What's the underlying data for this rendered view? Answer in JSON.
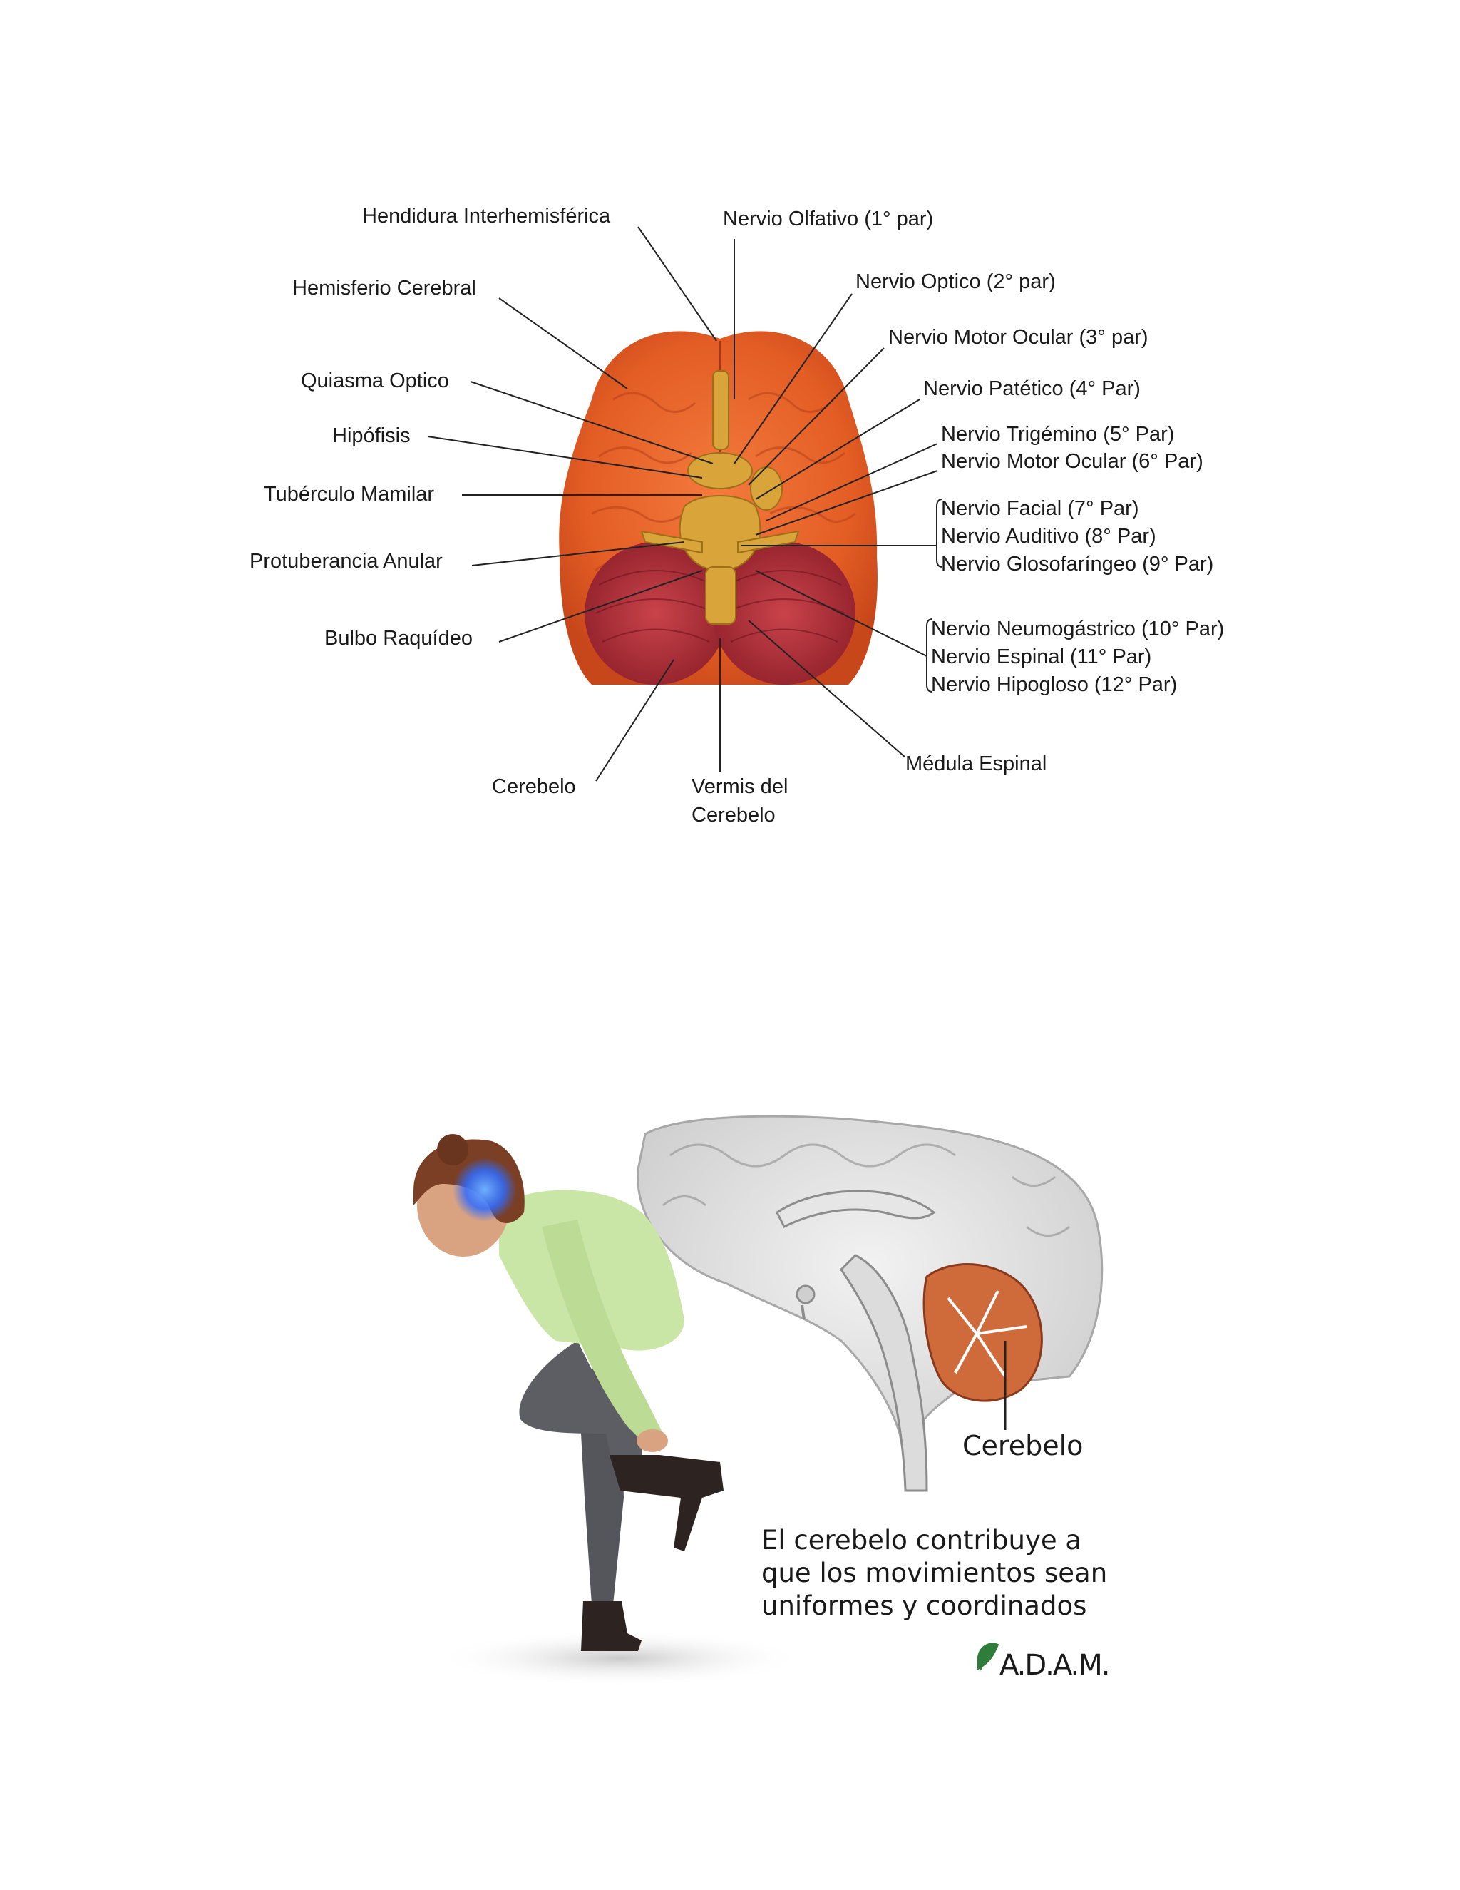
{
  "figure1": {
    "labels": {
      "hendidura": "Hendidura Interhemisférica",
      "hemisferio": "Hemisferio Cerebral",
      "quiasma": "Quiasma Optico",
      "hipofisis": "Hipófisis",
      "tuberculo": "Tubérculo Mamilar",
      "protuberancia": "Protuberancia Anular",
      "bulbo": "Bulbo Raquídeo",
      "cerebelo": "Cerebelo",
      "vermis_1": "Vermis del",
      "vermis_2": "Cerebelo",
      "medula": "Médula Espinal",
      "olfativo": "Nervio Olfativo (1° par)",
      "optico": "Nervio Optico (2° par)",
      "motor_ocular_3": "Nervio Motor Ocular  (3° par)",
      "patetico": "Nervio Patético (4° Par)",
      "trigemino": "Nervio Trigémino (5° Par)",
      "motor_ocular_6": "Nervio Motor Ocular (6° Par)",
      "facial": "Nervio Facial (7° Par)",
      "auditivo": "Nervio Auditivo (8° Par)",
      "glosofaringeo": "Nervio Glosofaríngeo (9° Par)",
      "neumogastrico": "Nervio Neumogástrico (10° Par)",
      "espinal": "Nervio Espinal (11° Par)",
      "hipogloso": "Nervio Hipogloso (12° Par)"
    }
  },
  "figure2": {
    "label": "Cerebelo",
    "caption": [
      "El cerebelo contribuye a",
      "que los movimientos sean",
      "uniformes y coordinados"
    ],
    "logo": "A.D.A.M."
  },
  "colors": {
    "brain": "#e8622a",
    "cerebellum": "#b8323a",
    "brainstem": "#d9a43a",
    "sweater": "#c9e6a6",
    "pants": "#55555c",
    "skin": "#d9a382",
    "hair": "#7a3f24",
    "glow": "#2f6bff"
  }
}
